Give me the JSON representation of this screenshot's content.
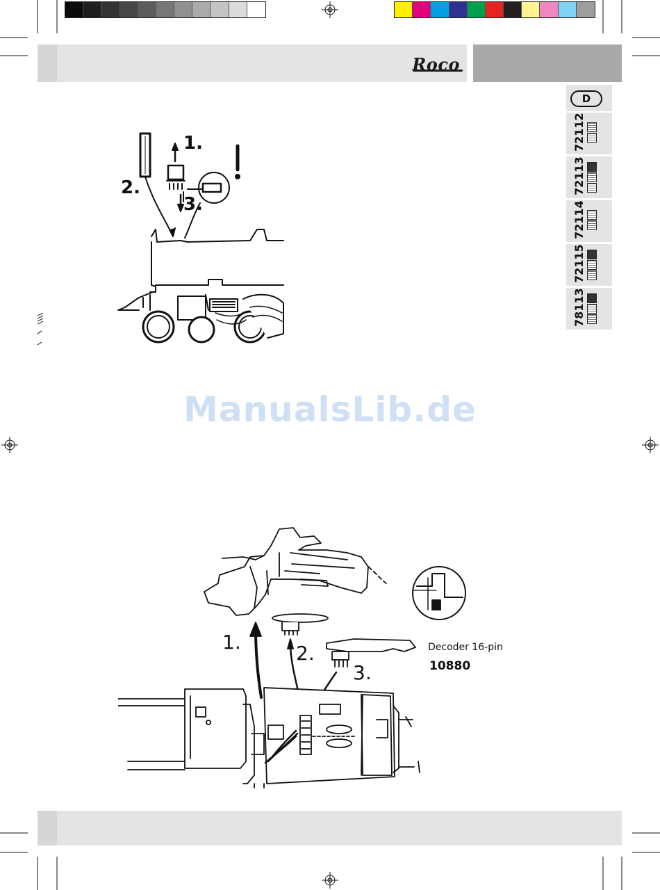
{
  "brand": {
    "logo_text": "Roco"
  },
  "sidebar": {
    "language": "D",
    "models": [
      {
        "number": "72112",
        "icons": [
          "plain",
          "plain"
        ]
      },
      {
        "number": "72113",
        "icons": [
          "sound",
          "plain"
        ]
      },
      {
        "number": "72114",
        "icons": [
          "plain",
          "plain"
        ]
      },
      {
        "number": "72115",
        "icons": [
          "sound",
          "plain"
        ]
      },
      {
        "number": "78113",
        "icons": [
          "sound",
          "plain"
        ]
      }
    ]
  },
  "watermark": "ManualsLib.de",
  "figure1": {
    "step1": "1.",
    "step2": "2.",
    "step3": "3.",
    "warning": "!"
  },
  "figure2": {
    "step1": "1.",
    "step2": "2.",
    "step3": "3.",
    "decoder_label": "Decoder 16-pin",
    "decoder_number": "10880"
  },
  "colors": {
    "gray_bar": "#e4e4e4",
    "gray_shade": "#a9a9a9",
    "grayscale": [
      "#0a0a0a",
      "#1e1e1e",
      "#333333",
      "#474747",
      "#5c5c5c",
      "#777777",
      "#919191",
      "#ababab",
      "#c4c4c4",
      "#dcdcdc",
      "#ffffff"
    ],
    "process": [
      "#ffef00",
      "#e6007e",
      "#00a0e3",
      "#2e3092",
      "#00a14b",
      "#e52421",
      "#231f20",
      "#fff48f",
      "#f088c0",
      "#7fd2f3",
      "#9d9d9d"
    ]
  }
}
